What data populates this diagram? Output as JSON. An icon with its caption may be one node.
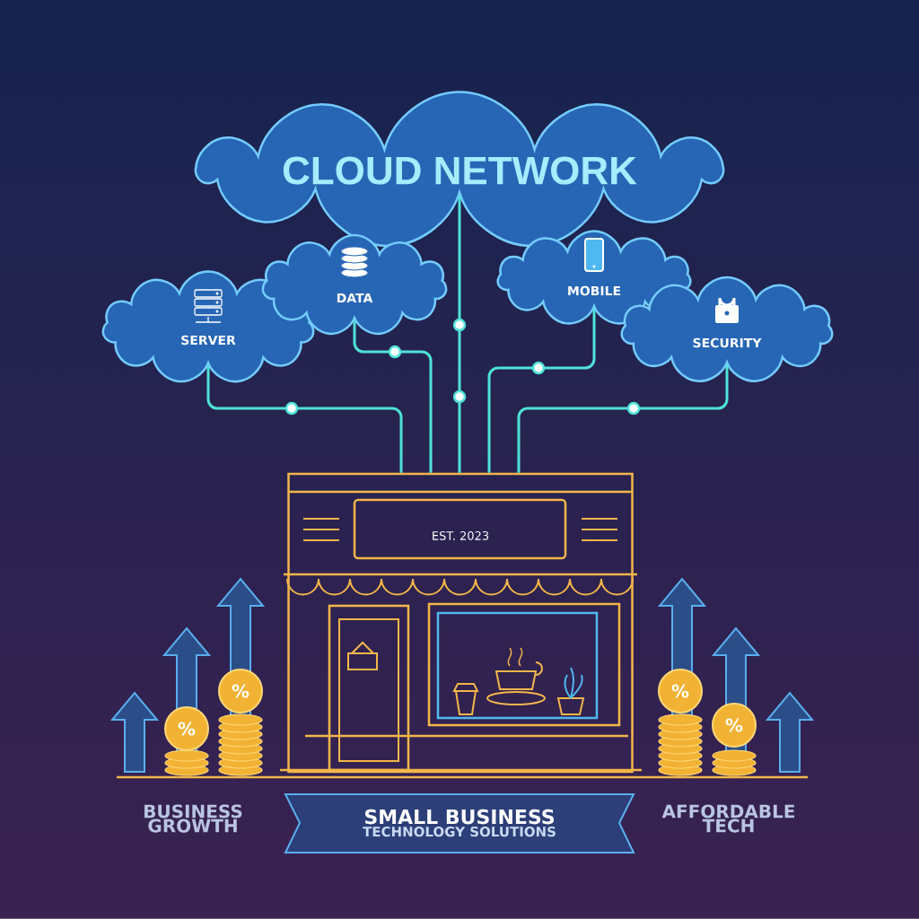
{
  "diagram": {
    "nodes": [
      {
        "text": [
          "CLOUD NETWORK"
        ]
      },
      {
        "text": [
          "SERVER"
        ]
      },
      {
        "text": [
          "DATA"
        ]
      },
      {
        "text": [
          "MOBILE"
        ]
      },
      {
        "text": [
          "SECURITY"
        ]
      },
      {
        "text": [
          "EST. 2023"
        ]
      },
      {
        "text": [
          "SMALL BUSINESS",
          "TECHNOLOGY SOLUTIONS"
        ]
      }
    ],
    "edges": [
      {
        "from": 0,
        "to": 5,
        "arrow": "none"
      },
      {
        "from": 1,
        "to": 5,
        "arrow": "none"
      },
      {
        "from": 2,
        "to": 5,
        "arrow": "none"
      },
      {
        "from": 3,
        "to": 5,
        "arrow": "none"
      },
      {
        "from": 4,
        "to": 5,
        "arrow": "none"
      }
    ],
    "labels": [
      "%",
      "%",
      "%",
      "%",
      "BUSINESS GROWTH",
      "AFFORDABLE TECH"
    ]
  }
}
